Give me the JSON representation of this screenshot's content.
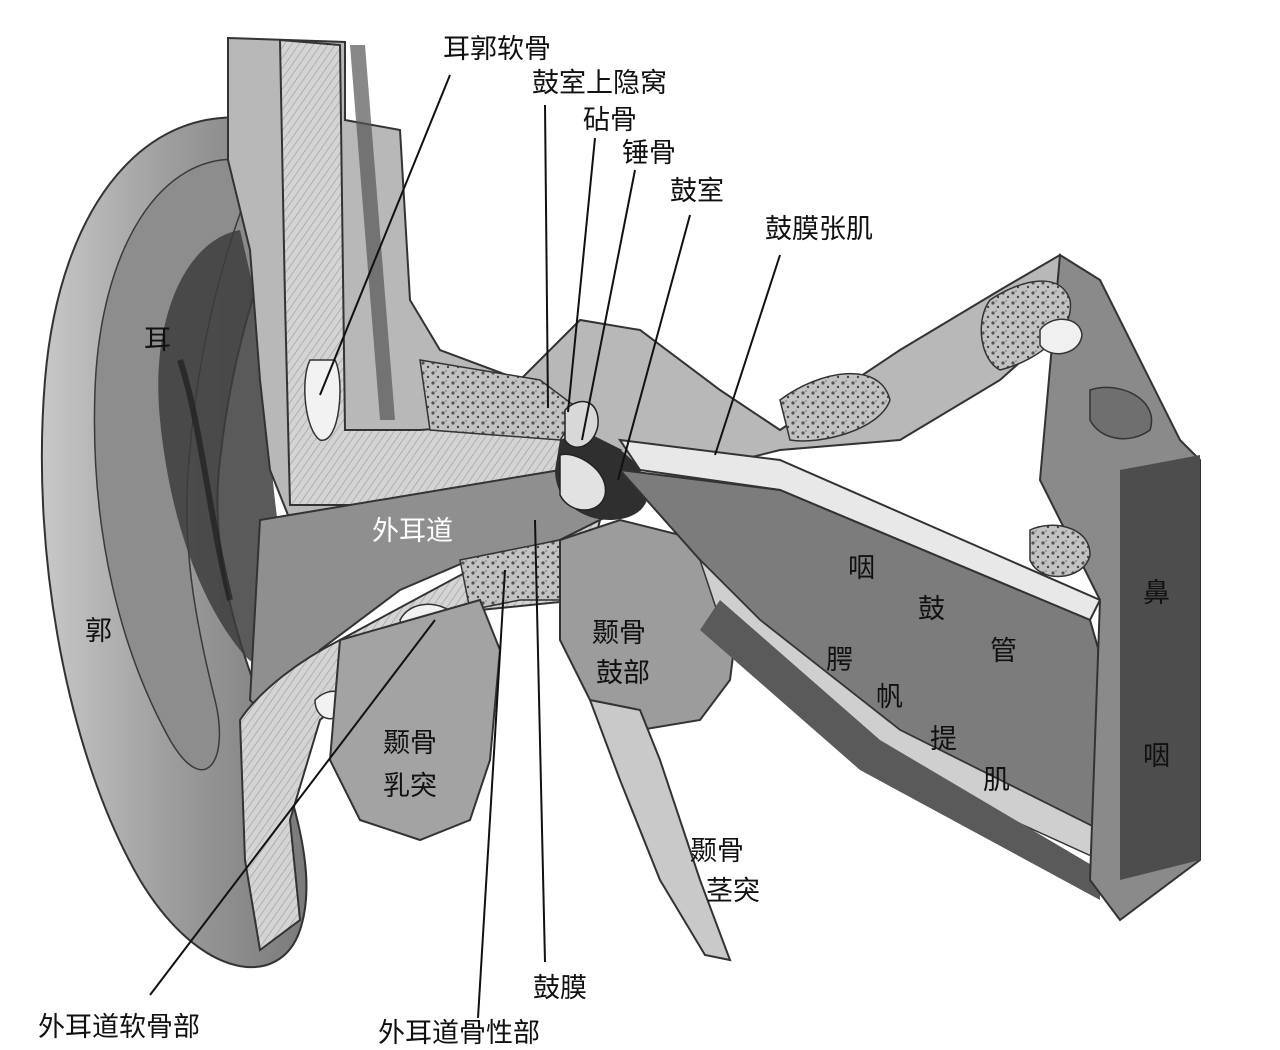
{
  "colors": {
    "background": "#ffffff",
    "tissue_light": "#d9d9d9",
    "tissue_mid": "#a9a9a9",
    "tissue_dark": "#4a4a4a",
    "bone_fill": "#bdbdbd",
    "leader_line": "#111111",
    "label_text": "#111111",
    "label_on_dark": "#ffffff"
  },
  "labels": {
    "auricle_cartilage": "耳郭软骨",
    "epitympanic_recess": "鼓室上隐窝",
    "incus": "砧骨",
    "malleus": "锤骨",
    "tympanic_cavity": "鼓室",
    "tensor_tympani": "鼓膜张肌",
    "auricle_ear": "耳",
    "auricle_guo": "郭",
    "external_canal": "外耳道",
    "temporal_tympanic_1": "颞骨",
    "temporal_tympanic_2": "鼓部",
    "temporal_mastoid_1": "颞骨",
    "temporal_mastoid_2": "乳突",
    "temporal_styloid_1": "颞骨",
    "temporal_styloid_2": "茎突",
    "tube_yan": "咽",
    "tube_gu": "鼓",
    "tube_guan": "管",
    "levator_e": "腭",
    "levator_fan": "帆",
    "levator_ti": "提",
    "levator_ji": "肌",
    "nasopharynx_bi": "鼻",
    "nasopharynx_yan": "咽",
    "tympanic_membrane": "鼓膜",
    "canal_cartilaginous": "外耳道软骨部",
    "canal_bony": "外耳道骨性部"
  }
}
